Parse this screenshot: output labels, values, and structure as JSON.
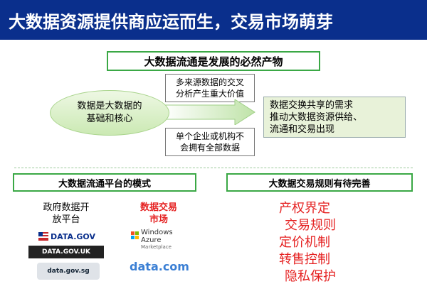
{
  "header": {
    "title": "大数据资源提供商应运而生，交易市场萌芽"
  },
  "diagram": {
    "title": "大数据流通是发展的必然产物",
    "cross": [
      "多来源数据的交叉",
      "分析产生重大价值"
    ],
    "core": [
      "数据是大数据的",
      "基础和核心"
    ],
    "single": [
      "单个企业或机构不",
      "会拥有全部数据"
    ],
    "result": [
      "数据交换共享的需求",
      "推动大数据资源供给、",
      "流通和交易出现"
    ]
  },
  "platform": {
    "heading": "大数据流通平台的模式",
    "gov_label": [
      "政府数据开",
      "放平台"
    ],
    "market_label": [
      "数据交易",
      "市场"
    ],
    "logos": {
      "datagov": "DATA.GOV",
      "datagovuk": "DATA.GOV.UK",
      "datagovsg": "data.gov.sg",
      "azure": "Windows Azure",
      "azure_sub": "Marketplace",
      "datacom": "data.com"
    }
  },
  "rules": {
    "heading": "大数据交易规则有待完善",
    "items": [
      "产权界定",
      "交易规则",
      "定价机制",
      "转售控制",
      "隐私保护"
    ]
  }
}
